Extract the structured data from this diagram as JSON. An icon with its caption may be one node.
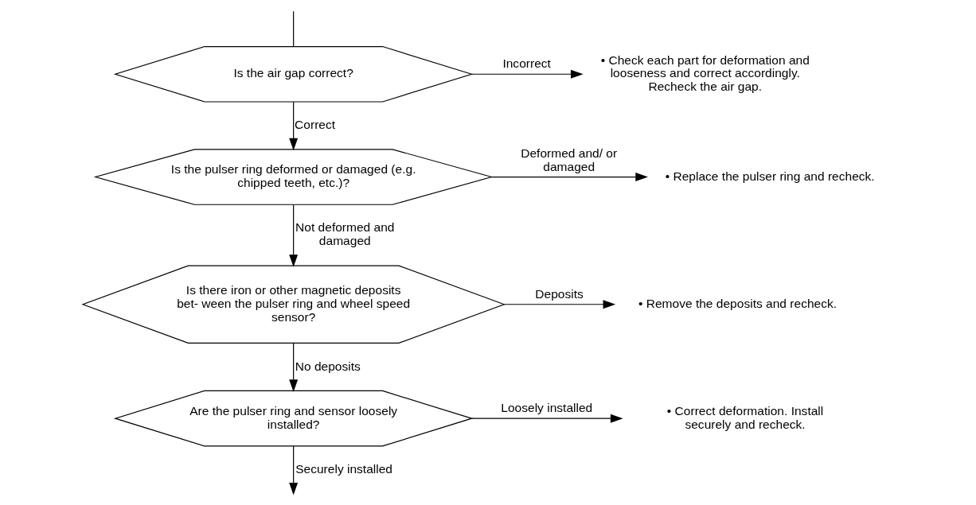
{
  "diagram": {
    "nodes": [
      {
        "text": [
          "Is the air gap correct?"
        ]
      },
      {
        "text": [
          "Is the pulser ring deformed or damaged (e.g. chipped teeth, etc.)?"
        ]
      },
      {
        "text": [
          "Is there iron or other magnetic deposits bet- ween the pulser ring and wheel speed sensor?"
        ]
      },
      {
        "text": [
          "Are the pulser ring and sensor loosely installed?"
        ]
      },
      {
        "text": [
          "• Check each part for deformation and looseness and correct accordingly. Recheck the air gap."
        ]
      },
      {
        "text": [
          "• Replace the pulser ring and recheck."
        ]
      },
      {
        "text": [
          "• Remove the deposits and recheck."
        ]
      },
      {
        "text": [
          "• Correct deformation. Install securely and recheck."
        ]
      }
    ],
    "edges": [
      {
        "from": null,
        "to": 0,
        "arrow": "none"
      },
      {
        "from": 0,
        "to": 4,
        "arrow": "to",
        "label": "Incorrect"
      },
      {
        "from": 0,
        "to": 1,
        "arrow": "to",
        "label": "Correct"
      },
      {
        "from": 1,
        "to": 5,
        "arrow": "to",
        "label": "Deformed and/ or damaged"
      },
      {
        "from": 1,
        "to": 2,
        "arrow": "to",
        "label": "Not deformed and damaged"
      },
      {
        "from": 2,
        "to": 6,
        "arrow": "to",
        "label": "Deposits"
      },
      {
        "from": 2,
        "to": 3,
        "arrow": "to",
        "label": "No deposits"
      },
      {
        "from": 3,
        "to": 7,
        "arrow": "to",
        "label": "Loosely installed"
      },
      {
        "from": 3,
        "to": null,
        "arrow": "to",
        "label": "Securely installed"
      }
    ]
  }
}
